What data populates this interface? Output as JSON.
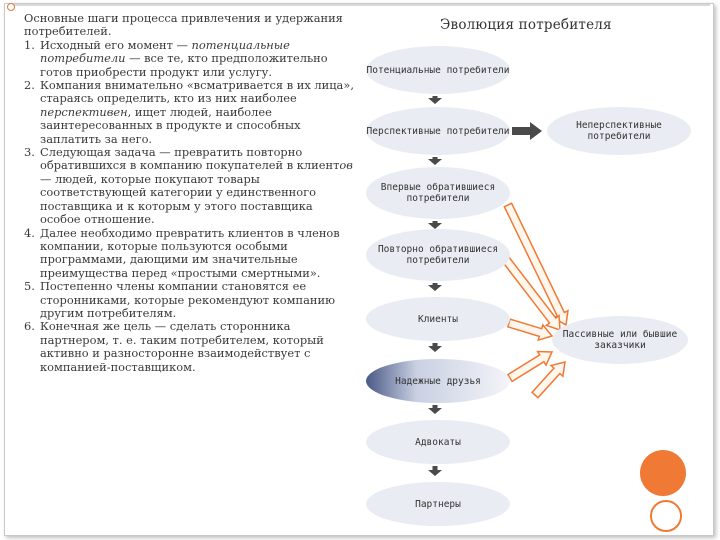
{
  "intro": "Основные шаги процесса привлечения и удержания потребителей.",
  "steps": [
    {
      "num": "1.",
      "parts": [
        {
          "t": "Исходный его момент — ",
          "i": false
        },
        {
          "t": "потенциальные потребители",
          "i": true
        },
        {
          "t": " — все те, кто предположительно готов приобрести продукт или услугу.",
          "i": false
        }
      ]
    },
    {
      "num": "2.",
      "parts": [
        {
          "t": "Компания внимательно «всматривается в их лица», стараясь определить, кто из них наиболее ",
          "i": false
        },
        {
          "t": "перспективен",
          "i": true
        },
        {
          "t": ", ищет людей, наиболее заинтересованных в продукте и способных заплатить за него.",
          "i": false
        }
      ]
    },
    {
      "num": "3.",
      "parts": [
        {
          "t": "Следующая задача — превратить повторно обратившихся в компанию покупателей в клиент",
          "i": false
        },
        {
          "t": "ов",
          "i": true
        },
        {
          "t": " — людей, которые покупают товары соответствующей категории у единственного поставщика и к которым у этого поставщика особое отношение.",
          "i": false
        }
      ]
    },
    {
      "num": "4.",
      "parts": [
        {
          "t": "Далее необходимо превратить клиентов в членов компании, которые пользуются особыми программами, дающими им значительные преимущества перед «простыми смертными».",
          "i": false
        }
      ]
    },
    {
      "num": "5.",
      "parts": [
        {
          "t": "Постепенно члены компании становятся ее сторонниками, которые рекомендуют компанию другим потребителям.",
          "i": false
        }
      ]
    },
    {
      "num": "6.",
      "parts": [
        {
          "t": "Конечная же цель — сделать сторонника партнером, т. е. таким потребителем, который активно и разносторонне взаимодействует с компанией-поставщиком.",
          "i": false
        }
      ]
    }
  ],
  "diagram": {
    "title": "Эволюция потребителя",
    "nodes": [
      {
        "id": "potential",
        "label": "Потенциальные потребители"
      },
      {
        "id": "perspective",
        "label": "Перспективные потребители"
      },
      {
        "id": "first",
        "label": "Впервые обратившиеся потребители"
      },
      {
        "id": "repeat",
        "label": "Повторно обратившиеся потребители"
      },
      {
        "id": "clients",
        "label": "Клиенты"
      },
      {
        "id": "friends",
        "label": "Надежные друзья"
      },
      {
        "id": "advocates",
        "label": "Адвокаты"
      },
      {
        "id": "partners",
        "label": "Партнеры"
      },
      {
        "id": "nonperspective",
        "label": "Неперспективные потребители"
      },
      {
        "id": "passive",
        "label": "Пассивные или бывшие заказчики"
      }
    ]
  },
  "colors": {
    "node_fill": "#e9ecf2",
    "arrow_dark": "#4a4a4a",
    "arrow_orange": "#f07a35",
    "accent_circle": "#f07a35"
  }
}
